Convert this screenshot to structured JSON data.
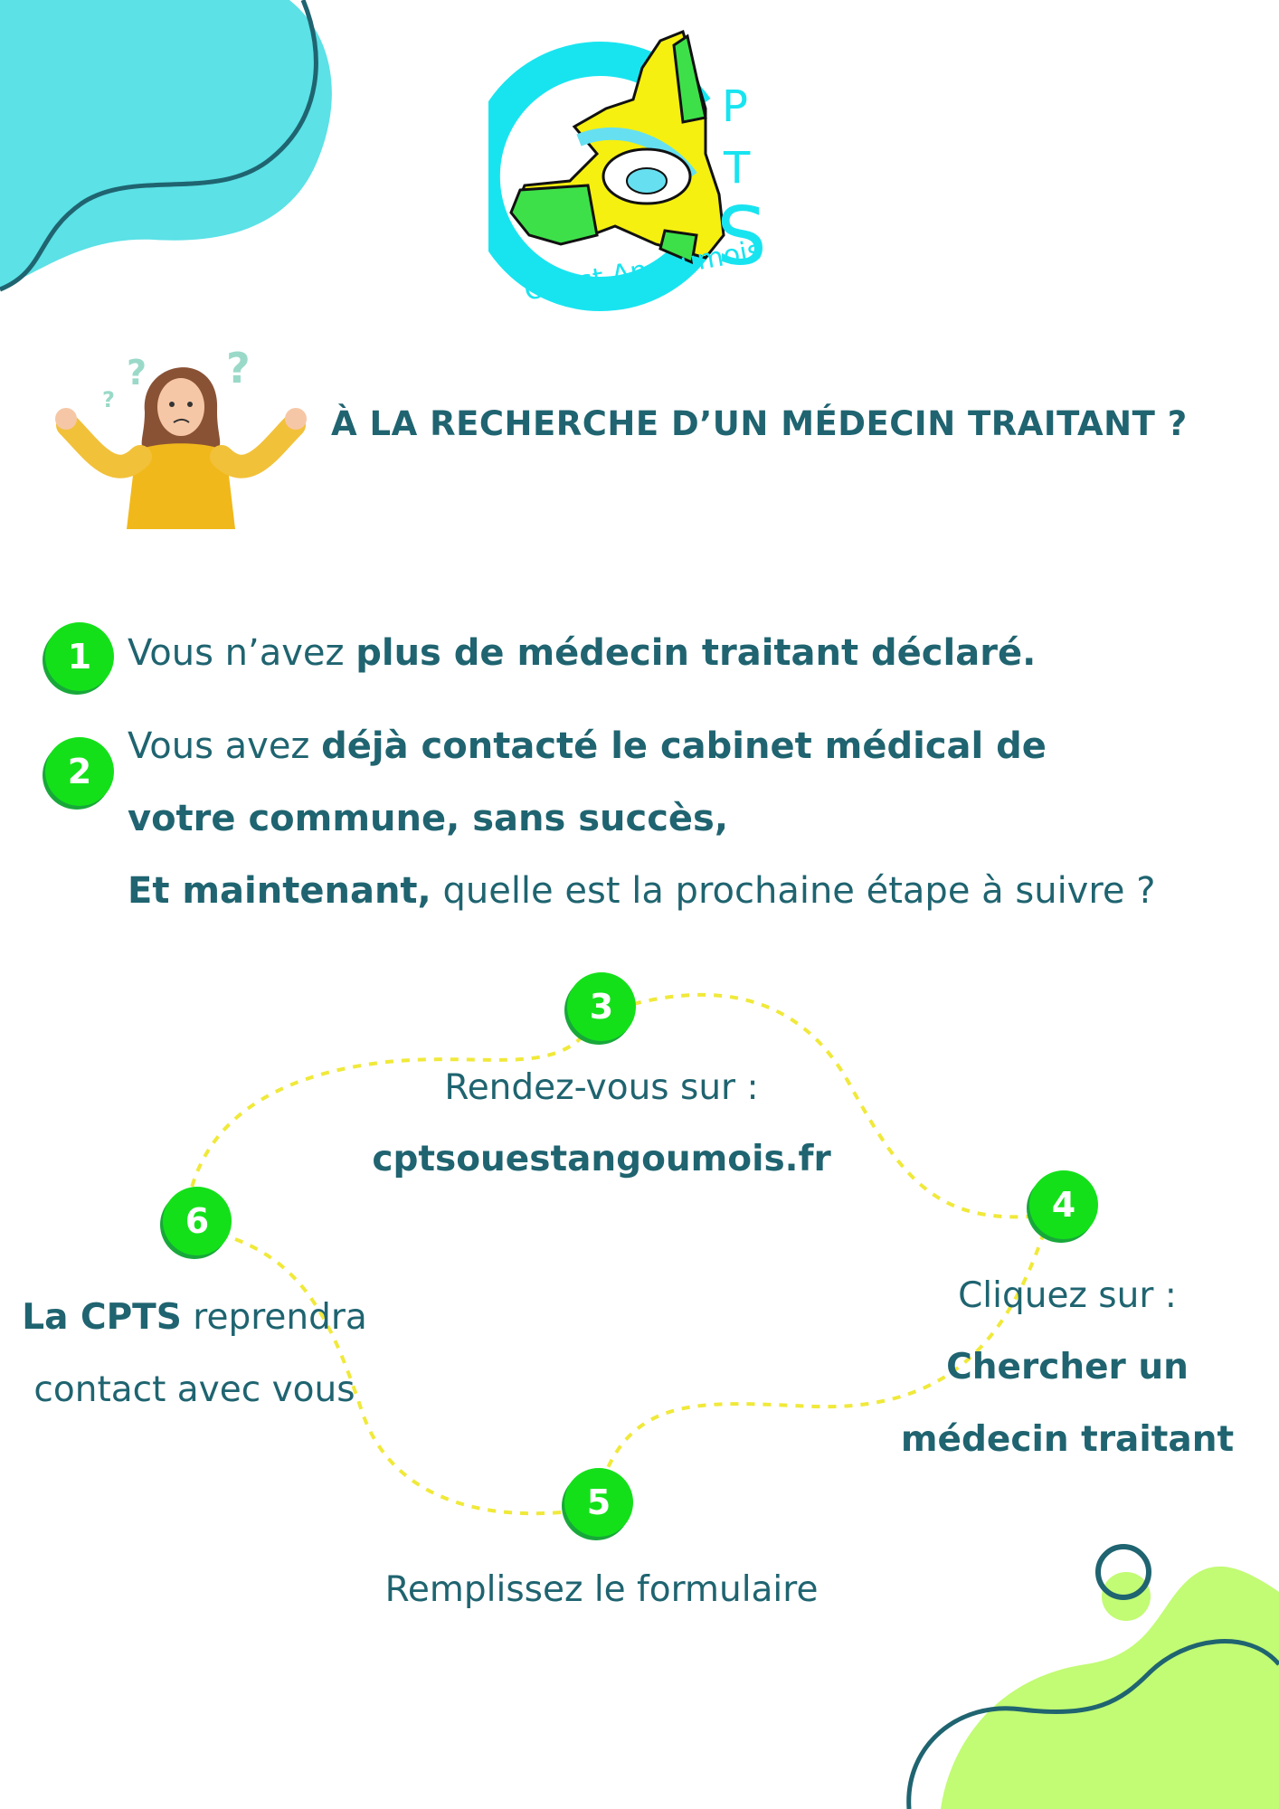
{
  "logo": {
    "letters": [
      "C",
      "P",
      "T",
      "S"
    ],
    "caption": "Ouest Angoumois"
  },
  "title": "À LA RECHERCHE D’UN MÉDECIN TRAITANT ?",
  "intro": {
    "item1": {
      "number": "1",
      "plain": "Vous n’avez ",
      "bold": "plus de médecin traitant déclaré."
    },
    "item2": {
      "number": "2",
      "line1_plain": "Vous avez ",
      "line1_bold": "déjà contacté le cabinet médical de",
      "line2_bold": "votre commune, sans succès,",
      "line3_bold": "Et maintenant,",
      "line3_plain": " quelle est la prochaine étape à suivre ?"
    }
  },
  "steps": {
    "step3": {
      "number": "3",
      "line1": "Rendez-vous sur :",
      "line2": "cptsouestangoumois.fr"
    },
    "step4": {
      "number": "4",
      "line1": "Cliquez sur :",
      "line2": "Chercher un",
      "line3": "médecin traitant"
    },
    "step5": {
      "number": "5",
      "line1": "Remplissez le formulaire"
    },
    "step6": {
      "number": "6",
      "line1_bold": "La CPTS",
      "line1_plain": " reprendra",
      "line2": "contact avec vous"
    }
  },
  "colors": {
    "accent": "#14e01a",
    "text": "#1f6470",
    "path": "#f0e93a",
    "blob_top": "#5be1e6",
    "blob_bottom": "#c2fb74"
  }
}
